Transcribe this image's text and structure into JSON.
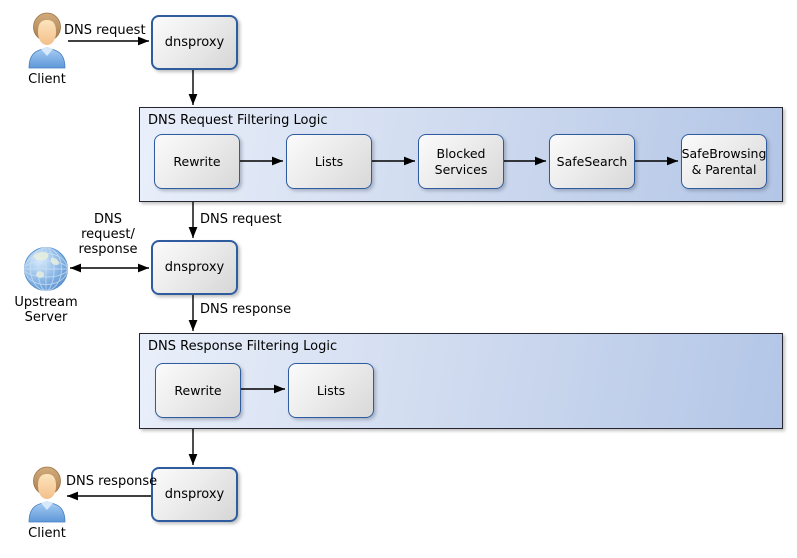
{
  "actors": {
    "client_top": {
      "label": "Client",
      "icon": "person-icon"
    },
    "upstream_server": {
      "label": "Upstream\nServer",
      "icon": "globe-icon"
    },
    "client_bottom": {
      "label": "Client",
      "icon": "person-icon"
    }
  },
  "nodes": {
    "dnsproxy_top": {
      "label": "dnsproxy"
    },
    "dnsproxy_middle": {
      "label": "dnsproxy"
    },
    "dnsproxy_bottom": {
      "label": "dnsproxy"
    }
  },
  "containers": {
    "request_filtering": {
      "title": "DNS Request Filtering Logic",
      "steps": [
        {
          "label": "Rewrite"
        },
        {
          "label": "Lists"
        },
        {
          "label": "Blocked\nServices"
        },
        {
          "label": "SafeSearch"
        },
        {
          "label": "SafeBrowsing\n& Parental"
        }
      ]
    },
    "response_filtering": {
      "title": "DNS Response Filtering Logic",
      "steps": [
        {
          "label": "Rewrite"
        },
        {
          "label": "Lists"
        }
      ]
    }
  },
  "edge_labels": {
    "client_request": "DNS request",
    "filtered_request": "DNS request",
    "upstream_exchange": "DNS\nrequest/\nresponse",
    "dns_response": "DNS response",
    "client_response": "DNS response"
  },
  "colors": {
    "node_border": "#2e5c9e",
    "node_fill_top": "#fbfbfb",
    "node_fill_bottom": "#d6d6d6",
    "container_border": "#26262e",
    "container_fill_left": "#e9effa",
    "container_fill_right": "#b3c6e7",
    "arrow": "#000000"
  }
}
